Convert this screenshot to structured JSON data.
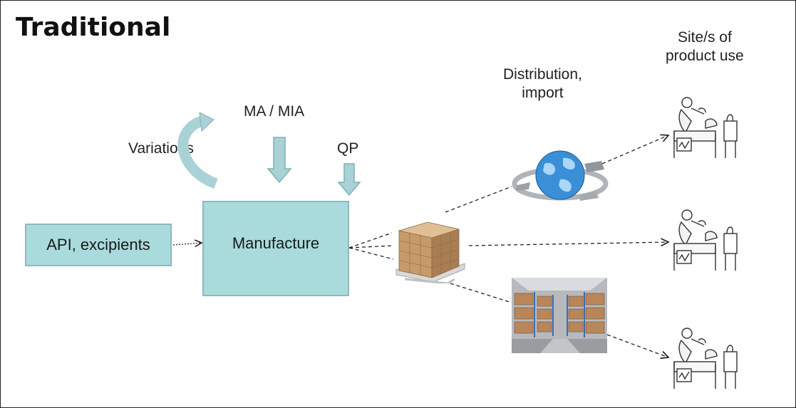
{
  "title": "Traditional",
  "labels": {
    "variations": "Variations",
    "ma_mia": "MA / MIA",
    "qp": "QP",
    "distribution": "Distribution,\nimport",
    "sites": "Site/s of\nproduct use"
  },
  "boxes": {
    "api": "API, excipients",
    "manufacture": "Manufacture"
  },
  "colors": {
    "box_fill": "#a9dbdc",
    "box_border": "#8fb8bd",
    "arrow_fill": "#a9d2d6",
    "arrow_stroke": "#7fb0b5"
  },
  "icons": {
    "pallet": "pallet-icon",
    "globe": "globe-icon",
    "warehouse": "warehouse-icon",
    "patient_bed": "patient-bed-icon"
  }
}
